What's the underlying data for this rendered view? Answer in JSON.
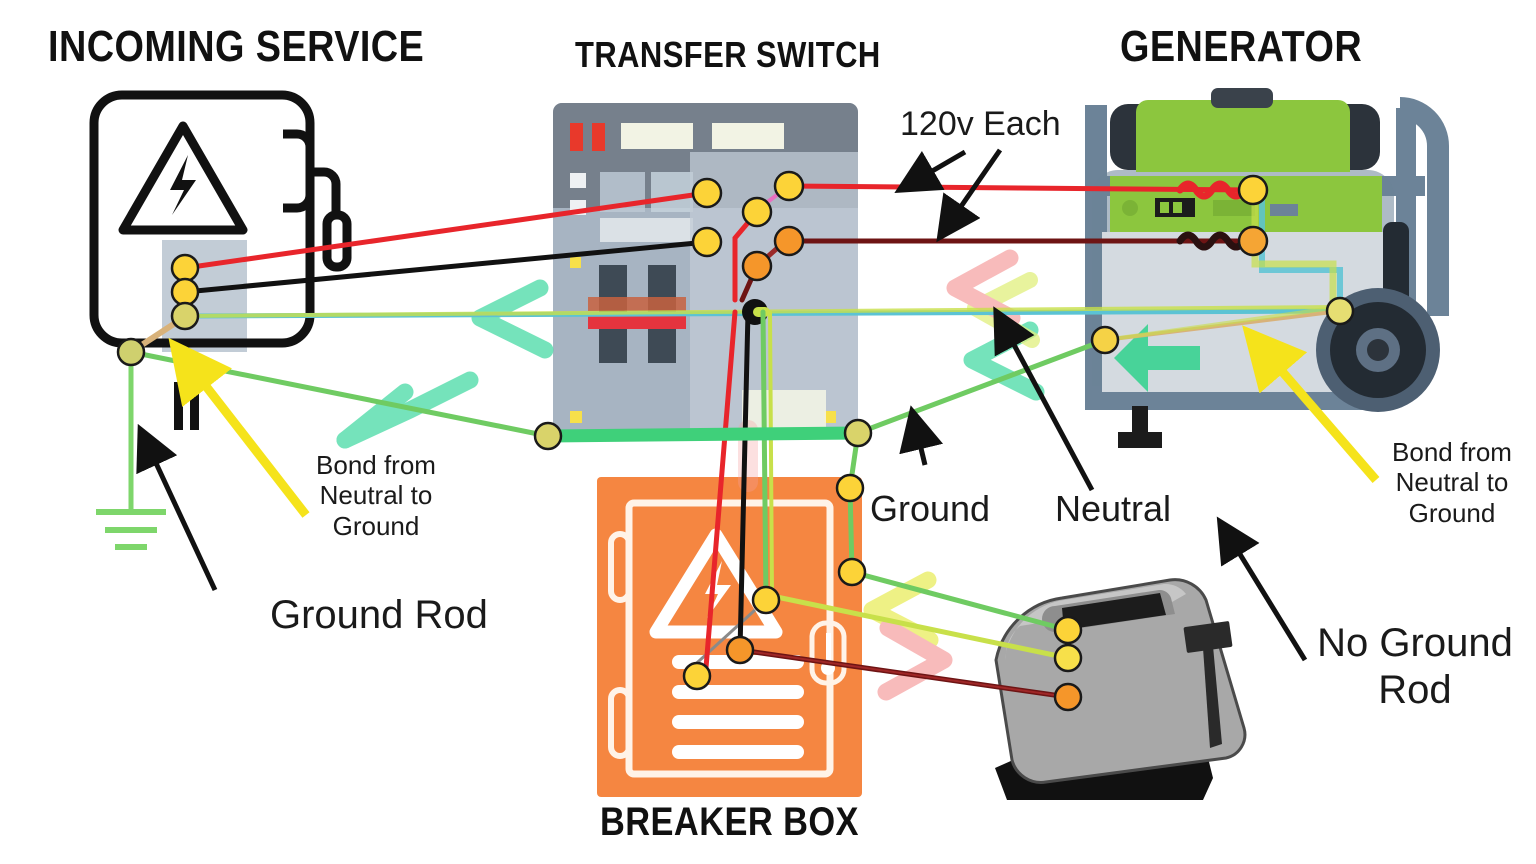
{
  "headings": {
    "incoming_service": "INCOMING SERVICE",
    "transfer_switch": "TRANSFER SWITCH",
    "generator": "GENERATOR",
    "breaker_box": "BREAKER BOX"
  },
  "callouts": {
    "volts_each": "120v Each",
    "bond_left": "Bond from\nNeutral to\nGround",
    "bond_right": "Bond from\nNeutral to\nGround",
    "ground_rod": "Ground Rod",
    "no_ground_rod": "No Ground\nRod",
    "ground": "Ground",
    "neutral": "Neutral"
  },
  "colors": {
    "hot_red": "#E8252B",
    "hot_dark_red": "#6E1414",
    "neutral_black": "#111111",
    "ground_green": "#4CC35A",
    "ground_bright": "#3FD07A",
    "bond_teal": "#4FBFD0",
    "bond_yellow_green": "#C8E04A",
    "terminal_yellow": "#FCD338",
    "terminal_orange": "#F5962A",
    "breaker_orange": "#F58641",
    "panel_gray": "#C2CCD6",
    "switch_top_gray": "#76808C",
    "generator_green": "#8CC63E",
    "generator_frame": "#6C8398",
    "arrow_yellow": "#F5E31B",
    "highlight_green": "#3FD9A0",
    "highlight_pink": "#F5A0A0",
    "highlight_yellow": "#E8EC55",
    "toaster_gray": "#A8A8A8"
  },
  "nodes": {
    "incoming_service_terminals": 4,
    "transfer_switch_terminals": 7,
    "generator_terminals": 4,
    "breaker_box_terminals": 5,
    "toaster_terminals": 3
  },
  "legend": {
    "wire_kinds": [
      "hot",
      "hot",
      "neutral",
      "ground",
      "bond"
    ]
  }
}
